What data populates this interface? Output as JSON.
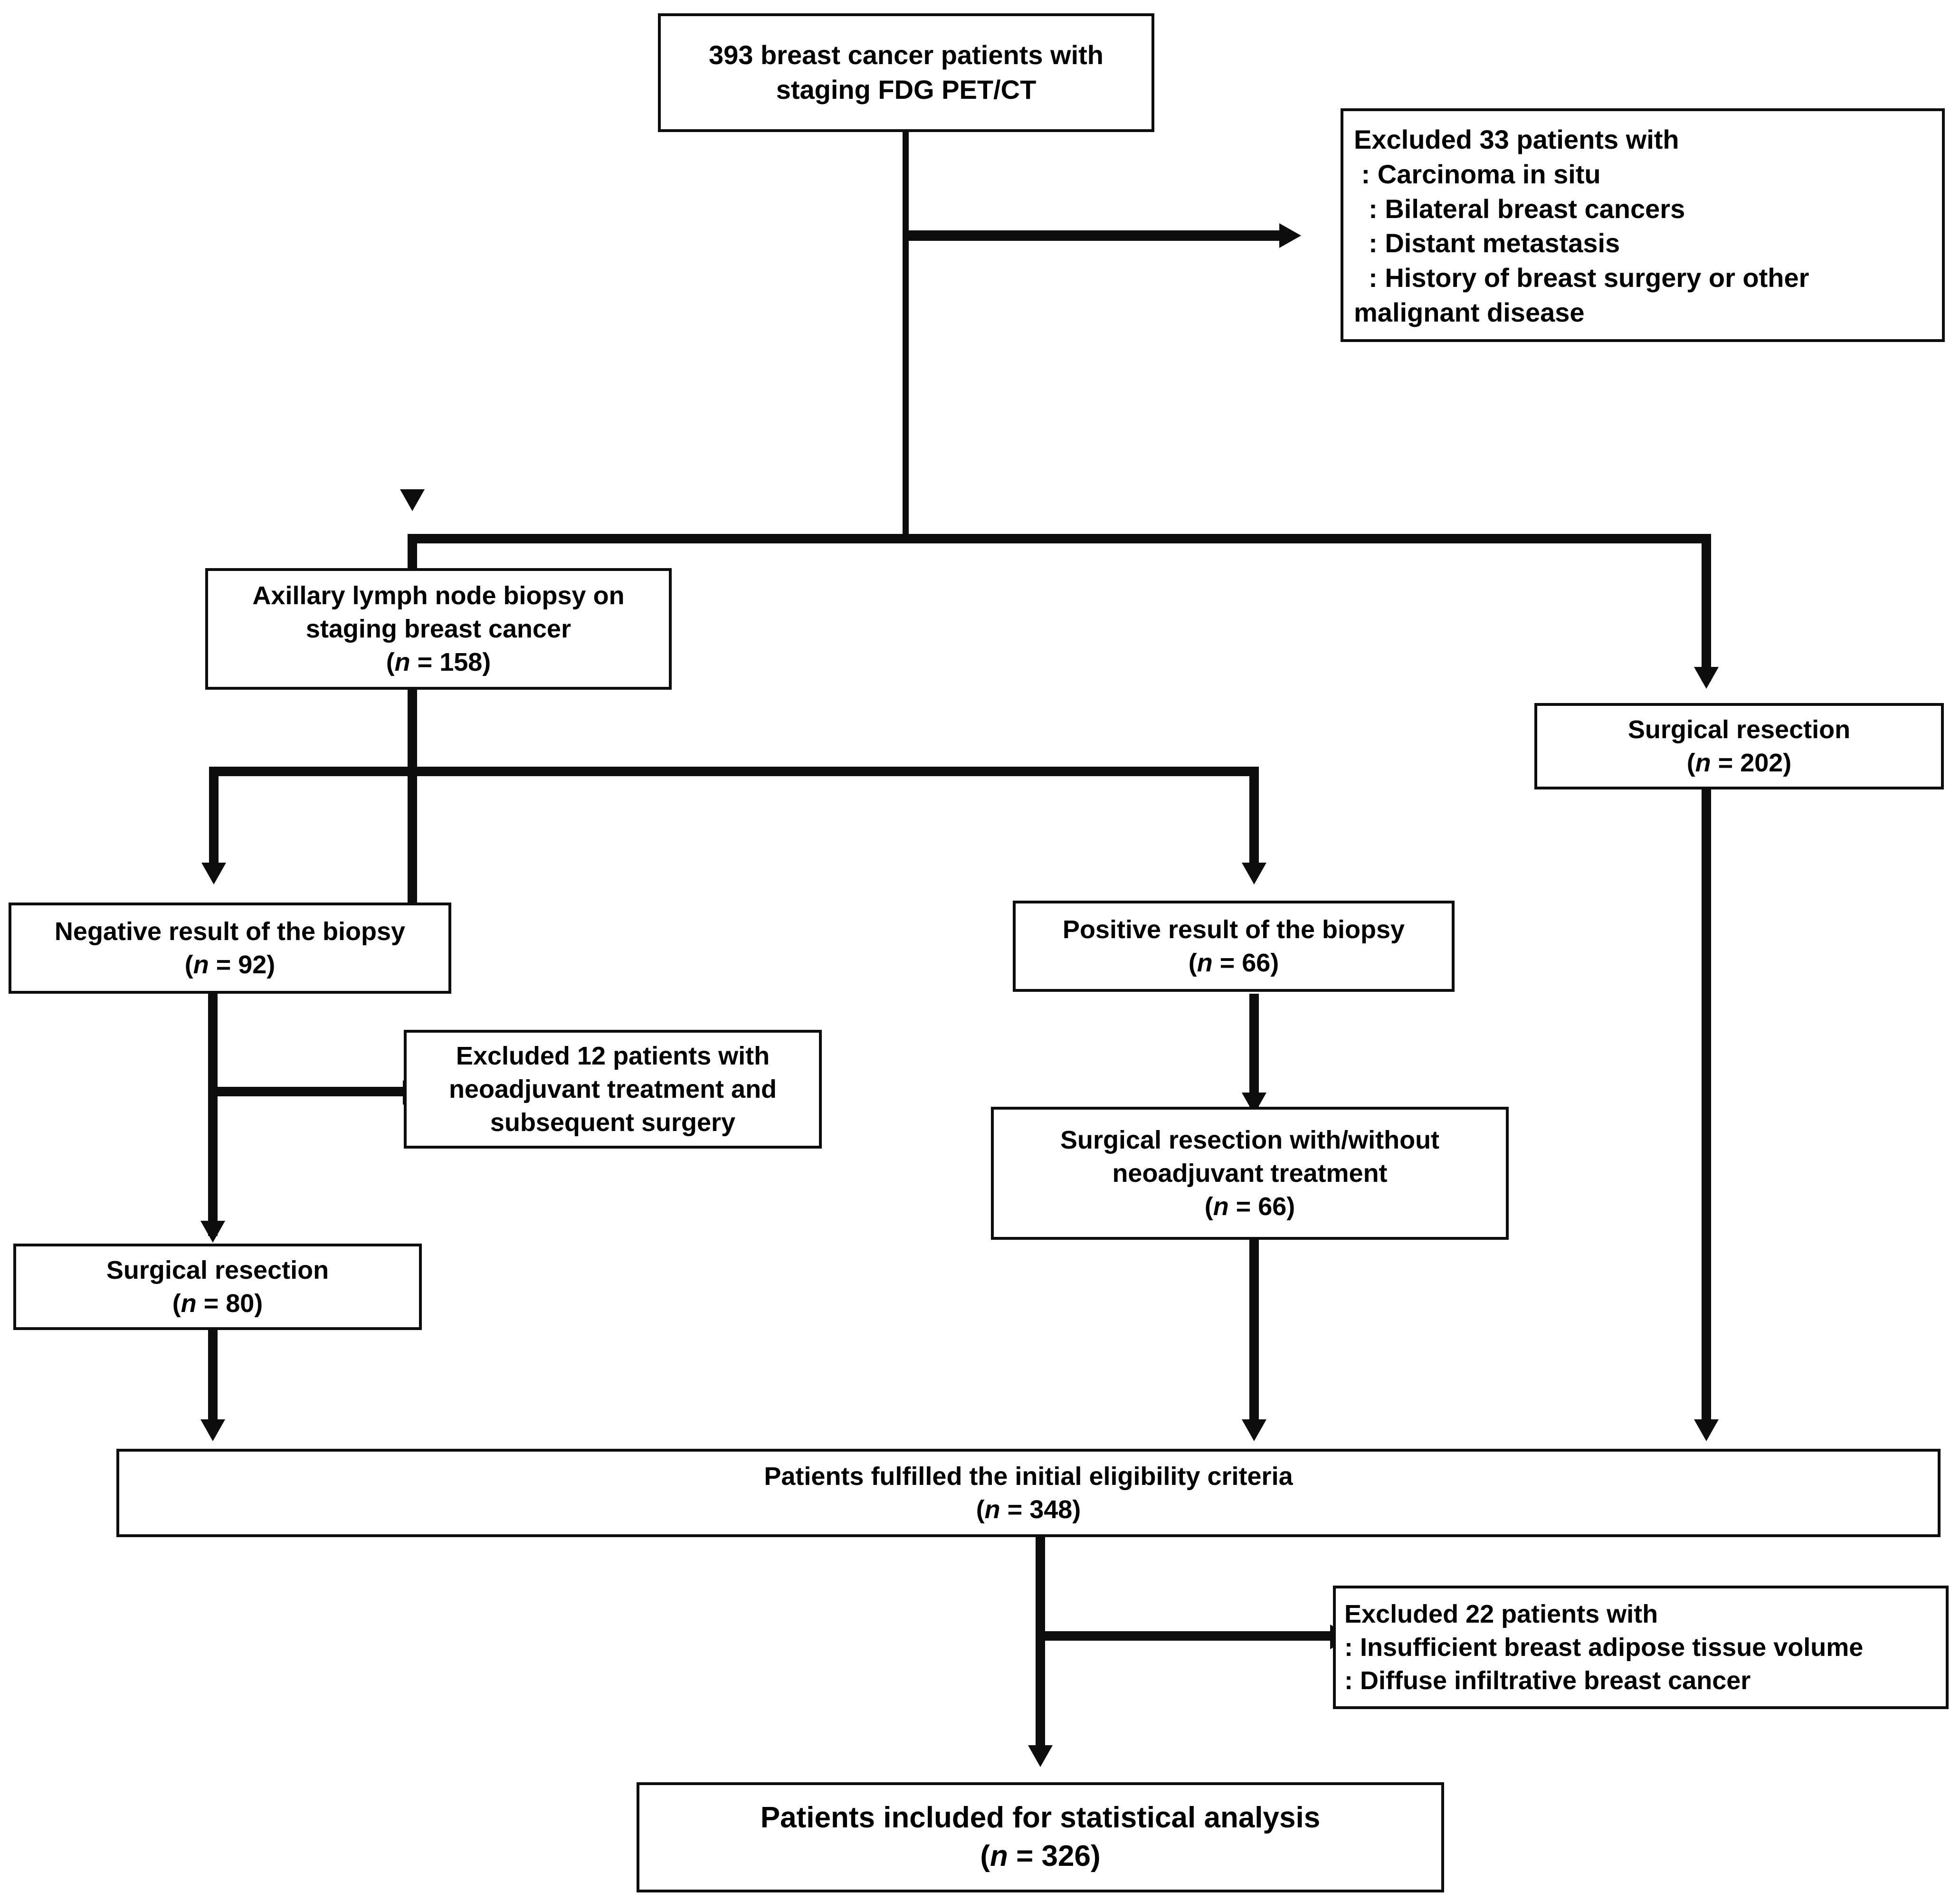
{
  "diagram": {
    "type": "flowchart",
    "title": "Patient selection flowchart for staging FDG PET/CT breast cancer study",
    "orientation": "top-down"
  },
  "nodes": {
    "top_cohort": {
      "line1": "393 breast cancer patients with",
      "line2": "staging FDG PET/CT"
    },
    "excluded_33": {
      "line1": "Excluded 33 patients with",
      "line2": " : Carcinoma in situ",
      "line3": "  : Bilateral breast cancers",
      "line4": "  : Distant metastasis",
      "line5": "  : History of breast surgery or other",
      "line6": "malignant disease"
    },
    "axillary_biopsy": {
      "line1": "Axillary lymph node biopsy on",
      "line2": "staging breast cancer",
      "n_prefix": "(",
      "n_italic": "n",
      "n_suffix": " = 158)"
    },
    "surgical_resection_202": {
      "line1": "Surgical resection",
      "n_prefix": "(",
      "n_italic": "n",
      "n_suffix": " = 202)"
    },
    "negative_biopsy": {
      "line1": "Negative result of the biopsy",
      "n_prefix": "(",
      "n_italic": "n",
      "n_suffix": " = 92)"
    },
    "positive_biopsy": {
      "line1": "Positive result of the biopsy",
      "n_prefix": "(",
      "n_italic": "n",
      "n_suffix": " = 66)"
    },
    "excluded_12": {
      "line1": "Excluded 12 patients with",
      "line2": "neoadjuvant treatment and",
      "line3": "subsequent surgery"
    },
    "surgical_resection_neoadj_66": {
      "line1": "Surgical resection with/without",
      "line2": "neoadjuvant treatment",
      "n_prefix": "(",
      "n_italic": "n",
      "n_suffix": " = 66)"
    },
    "surgical_resection_80": {
      "line1": "Surgical resection",
      "n_prefix": "(",
      "n_italic": "n",
      "n_suffix": " = 80)"
    },
    "eligible_348": {
      "line1": "Patients fulfilled the initial eligibility criteria",
      "n_prefix": "(",
      "n_italic": "n",
      "n_suffix": " = 348)"
    },
    "excluded_22": {
      "line1": "Excluded 22 patients with",
      "line2": ": Insufficient breast adipose tissue volume",
      "line3": ": Diffuse infiltrative breast cancer"
    },
    "included_326": {
      "line1": "Patients included for statistical analysis",
      "n_prefix": "(",
      "n_italic": "n",
      "n_suffix": " = 326)"
    }
  },
  "counts": {
    "initial_cohort": 393,
    "excluded_first": 33,
    "axillary_biopsy": 158,
    "direct_surgical_resection": 202,
    "negative_biopsy": 92,
    "positive_biopsy": 66,
    "excluded_neoadjuvant": 12,
    "resection_after_negative": 80,
    "resection_with_without_neoadjuvant": 66,
    "eligible": 348,
    "excluded_second": 22,
    "final_included": 326
  },
  "colors": {
    "stroke": "#0d0d0d",
    "fill": "#ffffff",
    "text": "#000000"
  }
}
